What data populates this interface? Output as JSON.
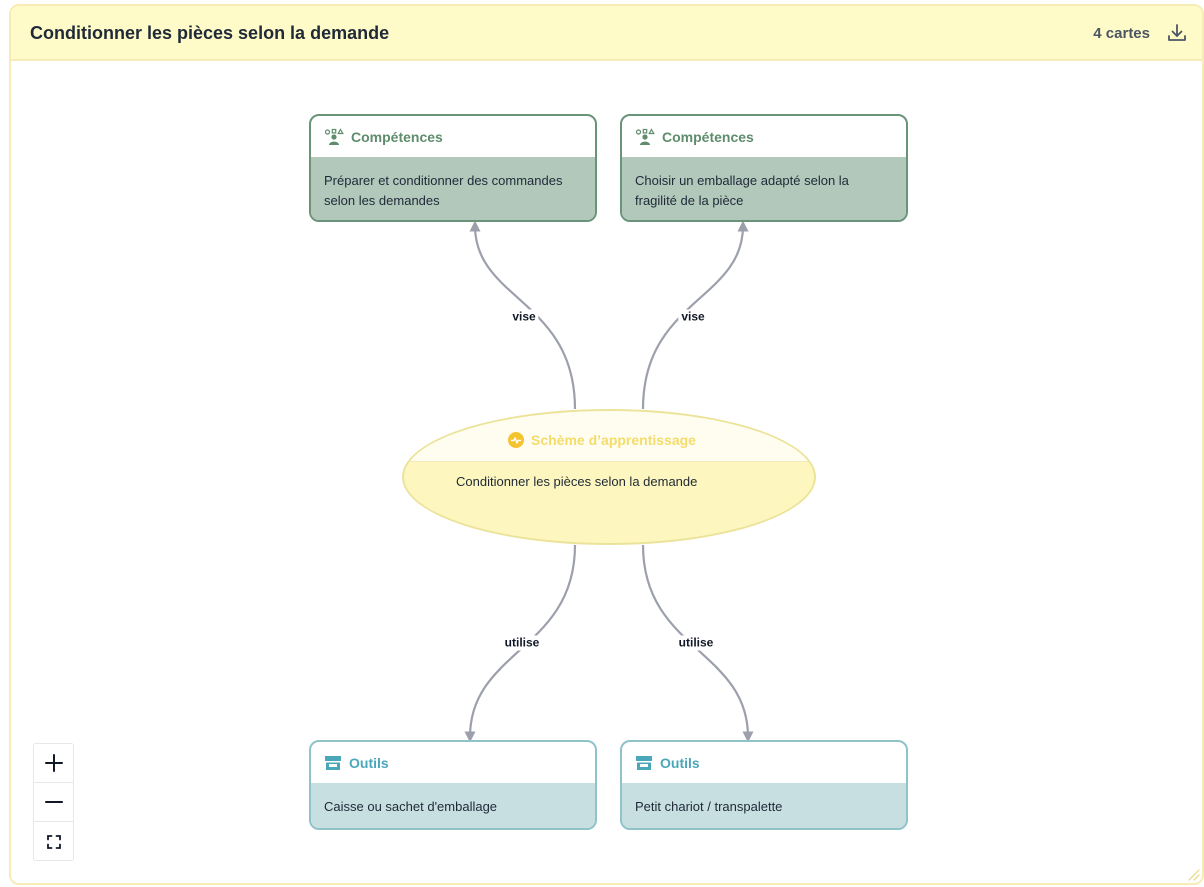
{
  "header": {
    "title": "Conditionner les pièces selon la demande",
    "card_count": "4 cartes",
    "download_icon": "download-icon"
  },
  "center": {
    "icon": "scheme-icon",
    "title": "Schème d’apprentissage",
    "text": "Conditionner les pièces selon la demande",
    "color": "#f4dc6b"
  },
  "cards": [
    {
      "type": "Compétences",
      "text_line1": "Préparer et conditionner des commandes",
      "text_line2": "selon les demandes",
      "icon": "skills-icon"
    },
    {
      "type": "Compétences",
      "text_line1": "Choisir un emballage adapté selon la",
      "text_line2": "fragilité de la pièce",
      "icon": "skills-icon"
    },
    {
      "type": "Outils",
      "text": "Caisse ou sachet d'emballage",
      "icon": "toolbox-icon"
    },
    {
      "type": "Outils",
      "text": "Petit chariot / transpalette",
      "icon": "toolbox-icon"
    }
  ],
  "edges": {
    "top_left_label": "vise",
    "top_right_label": "vise",
    "bottom_left_label": "utilise",
    "bottom_right_label": "utilise",
    "color": "#9ca0ac"
  },
  "controls": {
    "zoom_in_icon": "plus-icon",
    "zoom_out_icon": "minus-icon",
    "fit_view_icon": "fit-view-icon"
  },
  "colors": {
    "competence_border": "#6a9479",
    "competence_body": "#b2c8bb",
    "outil_border": "#8fc2c9",
    "outil_body": "#c7dfe0",
    "scheme_fill": "#fdf7bf",
    "header_bg": "#fefbc9"
  }
}
